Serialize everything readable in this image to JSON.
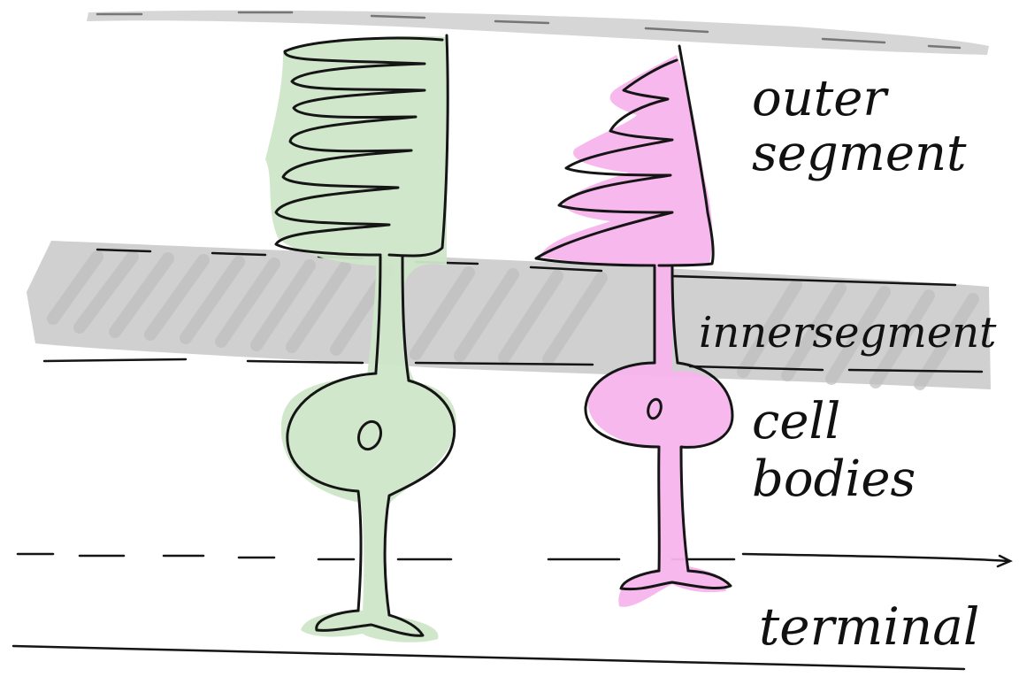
{
  "labels": {
    "outer": [
      "outer",
      "segment"
    ],
    "inner": "innersegment",
    "cell": [
      "cell",
      "bodies"
    ],
    "terminal": "terminal"
  },
  "colors": {
    "rod": "#cfe6c8",
    "cone": "#f7b4ec",
    "band": "#c8c8c8",
    "ink": "#151515"
  }
}
